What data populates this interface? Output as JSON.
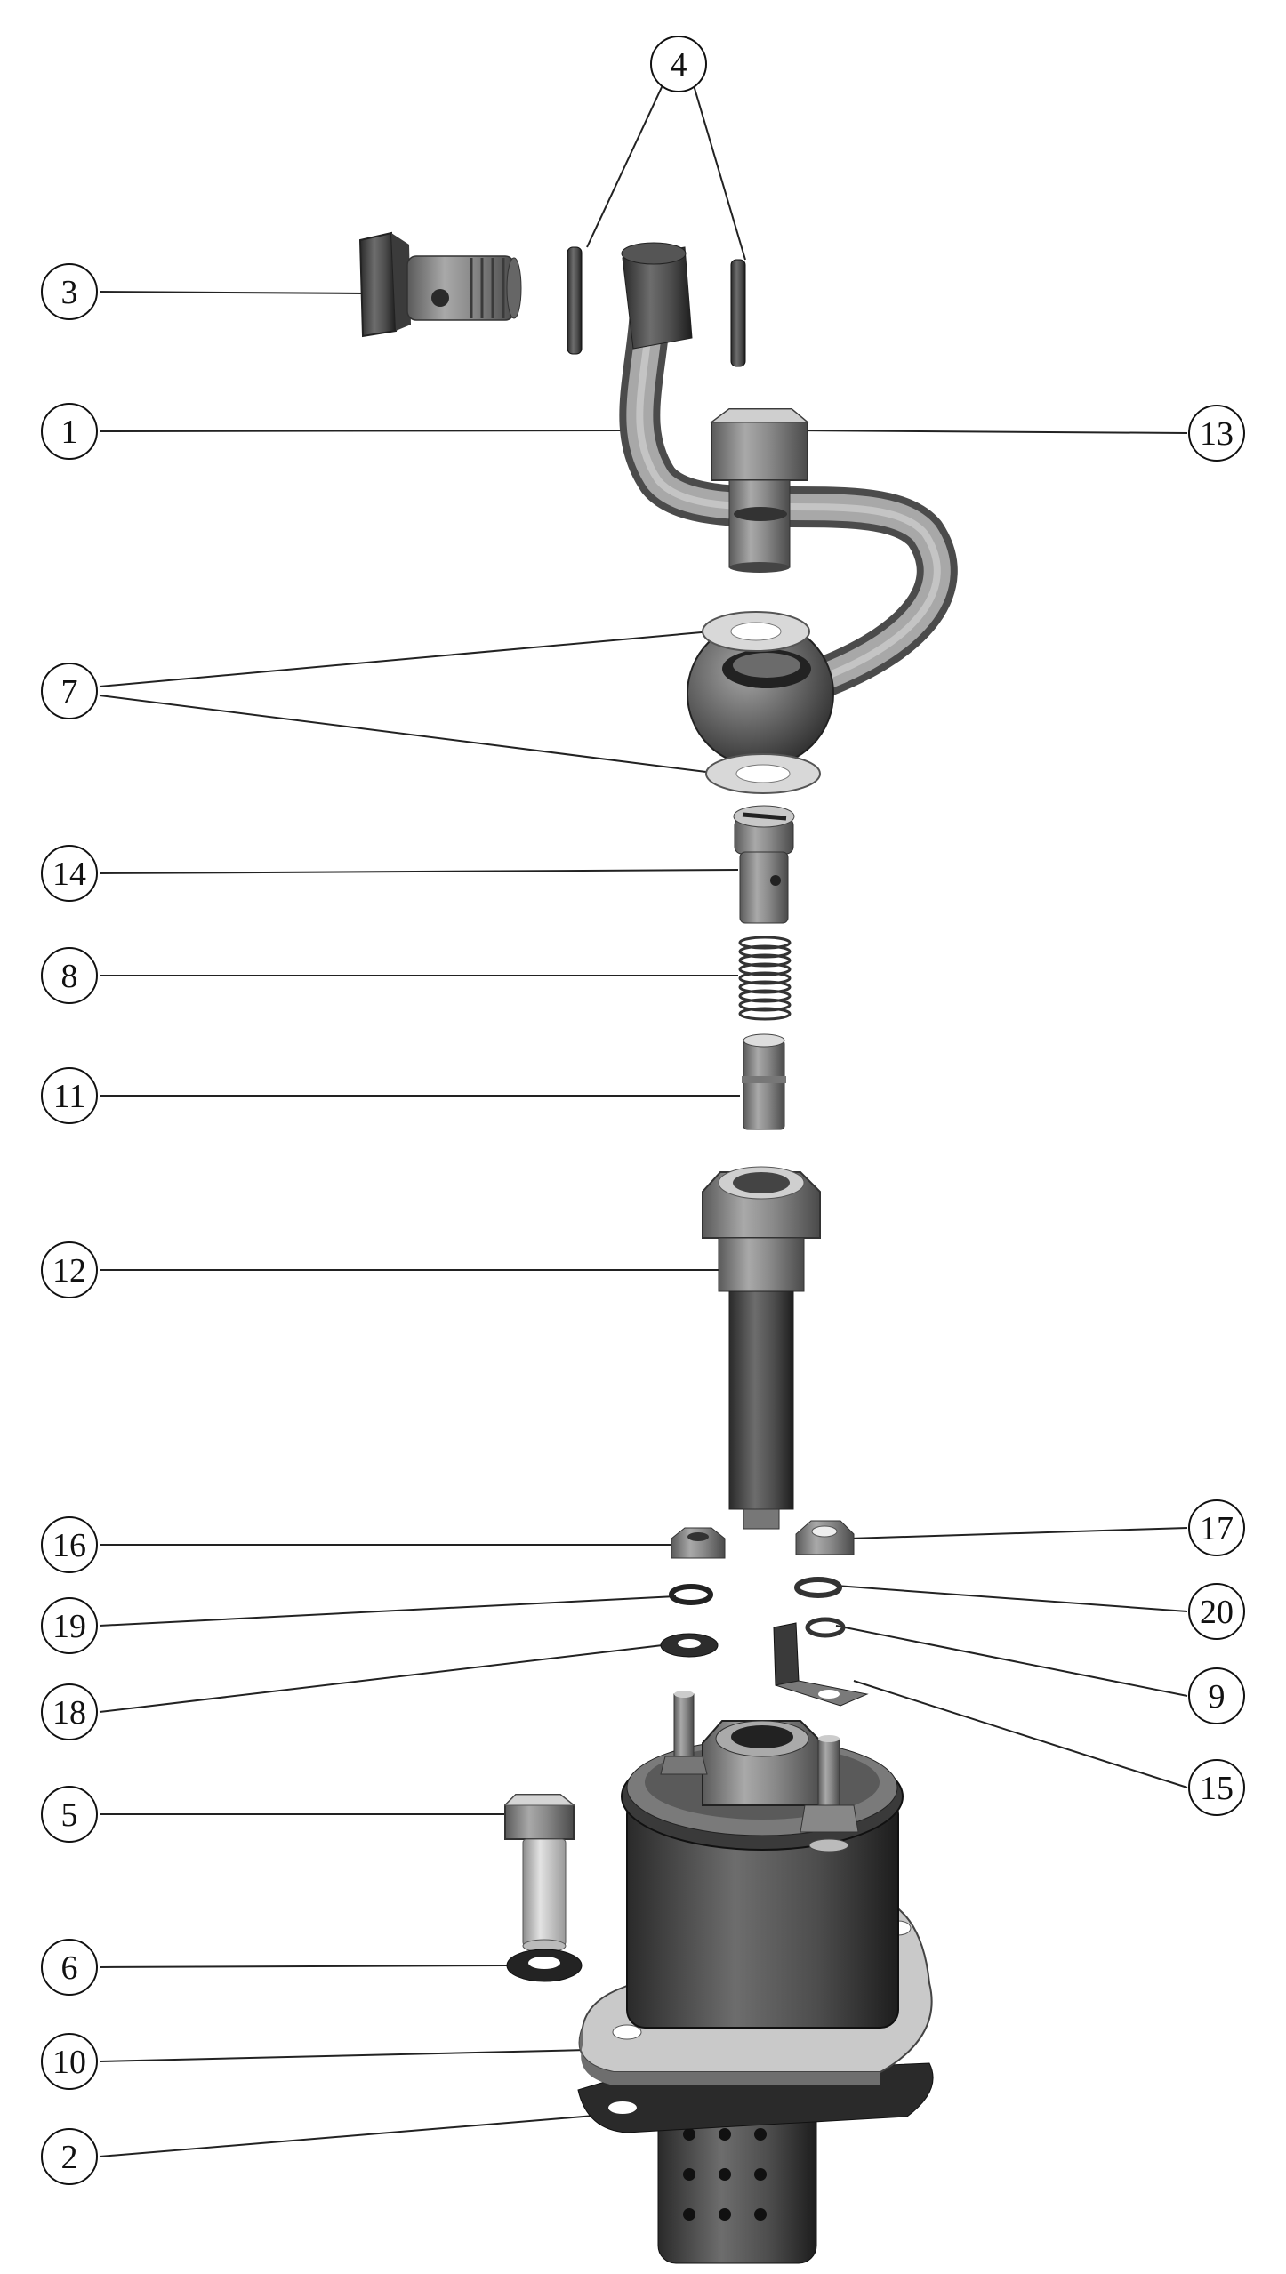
{
  "diagram": {
    "callouts": [
      {
        "id": "c4",
        "label": "4"
      },
      {
        "id": "c3",
        "label": "3"
      },
      {
        "id": "c1",
        "label": "1"
      },
      {
        "id": "c13",
        "label": "13"
      },
      {
        "id": "c7",
        "label": "7"
      },
      {
        "id": "c14",
        "label": "14"
      },
      {
        "id": "c8",
        "label": "8"
      },
      {
        "id": "c11",
        "label": "11"
      },
      {
        "id": "c12",
        "label": "12"
      },
      {
        "id": "c16",
        "label": "16"
      },
      {
        "id": "c17",
        "label": "17"
      },
      {
        "id": "c19",
        "label": "19"
      },
      {
        "id": "c20",
        "label": "20"
      },
      {
        "id": "c18",
        "label": "18"
      },
      {
        "id": "c9",
        "label": "9"
      },
      {
        "id": "c15",
        "label": "15"
      },
      {
        "id": "c5",
        "label": "5"
      },
      {
        "id": "c6",
        "label": "6"
      },
      {
        "id": "c10",
        "label": "10"
      },
      {
        "id": "c2",
        "label": "2"
      }
    ]
  }
}
